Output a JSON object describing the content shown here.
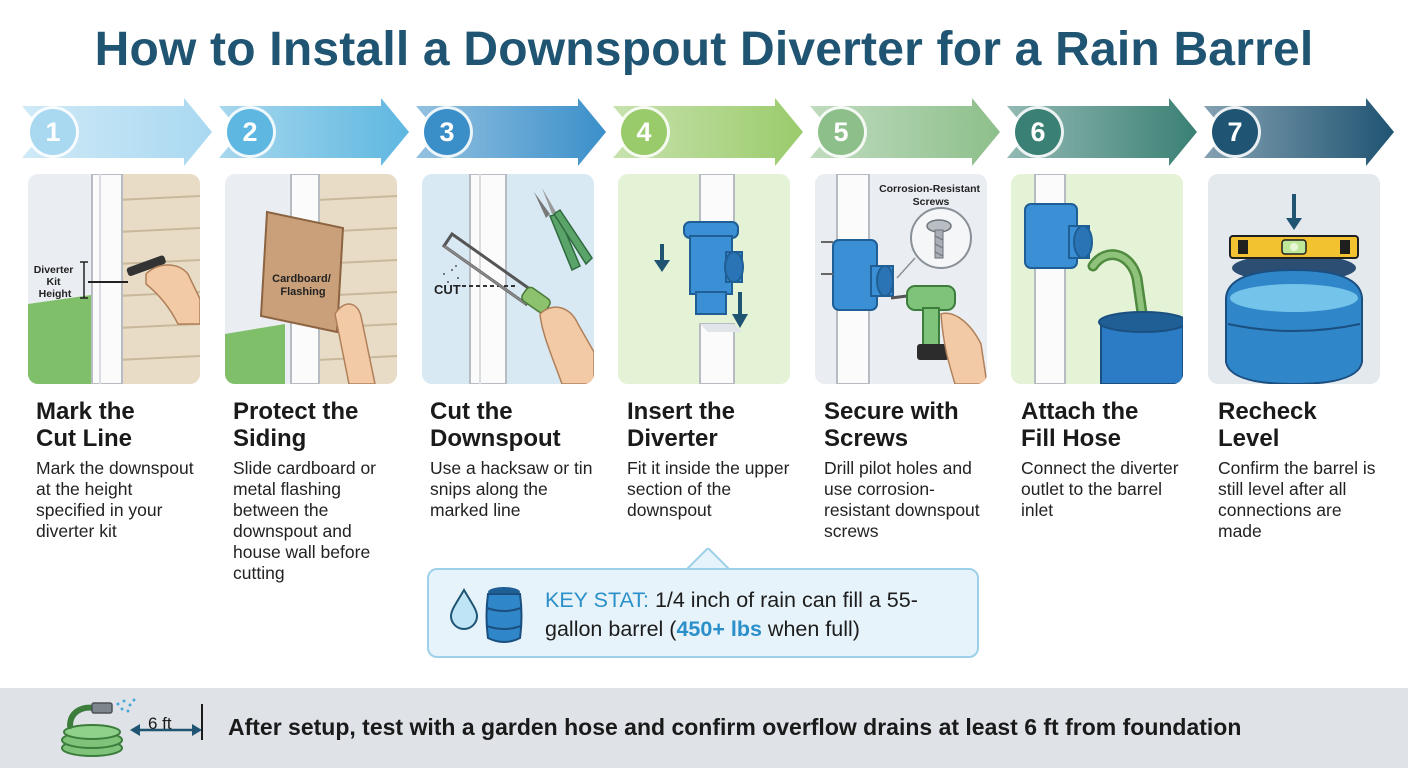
{
  "title": "How to Install a Downspout Diverter for a Rain Barrel",
  "colors": {
    "title": "#1f5472",
    "step_arrows": [
      "#a9d8f1",
      "#5eb7e0",
      "#3b8fc9",
      "#9acb6b",
      "#8dbf8b",
      "#3a8074",
      "#1f5472"
    ],
    "accent": "#2b8fc9"
  },
  "steps": [
    {
      "number": "1",
      "heading_line1": "Mark the",
      "heading_line2": "Cut Line",
      "description": "Mark the downspout at the height specified in your diverter kit",
      "illustration_label": [
        "Diverter",
        "Kit",
        "Height"
      ],
      "icons": [
        "downspout",
        "marker-hand"
      ]
    },
    {
      "number": "2",
      "heading_line1": "Protect the",
      "heading_line2": "Siding",
      "description": "Slide cardboard or metal flashing between the downspout and house wall before cutting",
      "illustration_label": [
        "Cardboard/",
        "Flashing"
      ],
      "icons": [
        "downspout",
        "cardboard-sheet"
      ]
    },
    {
      "number": "3",
      "heading_line1": "Cut the",
      "heading_line2": "Downspout",
      "description": "Use a hacksaw or tin snips along the marked line",
      "illustration_label": [
        "CUT"
      ],
      "icons": [
        "hacksaw",
        "tin-snips"
      ]
    },
    {
      "number": "4",
      "heading_line1": "Insert the",
      "heading_line2": "Diverter",
      "description": "Fit it inside the upper section of the downspout",
      "illustration_label": [],
      "icons": [
        "diverter",
        "down-arrow"
      ]
    },
    {
      "number": "5",
      "heading_line1": "Secure with",
      "heading_line2": "Screws",
      "description": "Drill pilot holes and use corrosion-resistant downspout screws",
      "illustration_label": [
        "Corrosion-Resistant",
        "Screws"
      ],
      "icons": [
        "drill",
        "screw"
      ]
    },
    {
      "number": "6",
      "heading_line1": "Attach the",
      "heading_line2": "Fill Hose",
      "description": "Connect the diverter outlet to the barrel inlet",
      "illustration_label": [],
      "icons": [
        "diverter",
        "fill-hose",
        "rain-barrel"
      ]
    },
    {
      "number": "7",
      "heading_line1": "Recheck",
      "heading_line2": "Level",
      "description": "Confirm the barrel is still level after all connections are made",
      "illustration_label": [],
      "icons": [
        "spirit-level",
        "rain-barrel"
      ]
    }
  ],
  "key_stat": {
    "label": "KEY STAT:",
    "text_before": "1/4 inch of rain can fill a 55-gallon barrel (",
    "emphasis": "450+ lbs",
    "text_after": " when full)",
    "icons": [
      "water-drop",
      "barrel"
    ]
  },
  "footer": {
    "distance_label": "6 ft",
    "text": "After setup, test with a garden hose and confirm overflow drains at least 6 ft from foundation",
    "icons": [
      "garden-hose",
      "double-arrow"
    ]
  }
}
